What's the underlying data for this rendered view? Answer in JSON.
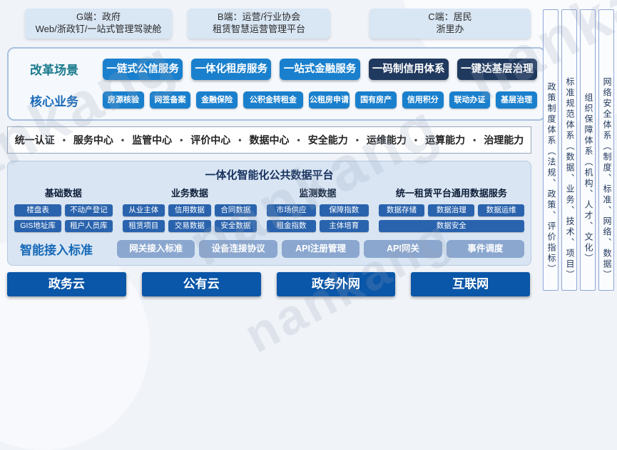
{
  "watermark": {
    "text": "nankang"
  },
  "clients": [
    {
      "line1": "G端：政府",
      "line2": "Web/浙政钉/一站式管理驾驶舱"
    },
    {
      "line1": "B端：运营/行业协会",
      "line2": "租赁智慧运营管理平台"
    },
    {
      "line1": "C端：居民",
      "line2": "浙里办"
    }
  ],
  "reform": {
    "label": "改革场景",
    "items": [
      "一链式公信服务",
      "一体化租房服务",
      "一站式金融服务",
      "一码制信用体系",
      "一键达基层治理"
    ]
  },
  "core": {
    "label": "核心业务",
    "items": [
      "房源核验",
      "网签备案",
      "金融保险",
      "公积金转租金",
      "公租房申请",
      "国有房产",
      "信用积分",
      "联动办证",
      "基层治理"
    ]
  },
  "capabilities": {
    "separator": "•",
    "items": [
      "统一认证",
      "服务中心",
      "监管中心",
      "评价中心",
      "数据中心",
      "安全能力",
      "运维能力",
      "运算能力",
      "治理能力"
    ]
  },
  "platform": {
    "title": "一体化智能化公共数据平台",
    "groups": [
      {
        "header": "基础数据",
        "row1": [
          "楼盘表",
          "不动产登记"
        ],
        "row2": [
          "GIS地址库",
          "租户人员库"
        ]
      },
      {
        "header": "业务数据",
        "row1": [
          "从业主体",
          "信用数据",
          "合同数据"
        ],
        "row2": [
          "租赁项目",
          "交易数据",
          "安全数据"
        ]
      },
      {
        "header": "监测数据",
        "row1": [
          "市场供应",
          "保障指数"
        ],
        "row2": [
          "租金指数",
          "主体培育"
        ]
      },
      {
        "header": "统一租赁平台通用数据服务",
        "row1": [
          "数据存储",
          "数据治理",
          "数据运维"
        ],
        "row2": [
          "数据安全"
        ]
      }
    ],
    "access": {
      "label": "智能接入标准",
      "items": [
        "网关接入标准",
        "设备连接协议",
        "API注册管理",
        "API网关",
        "事件调度"
      ]
    }
  },
  "infrastructure": [
    "政务云",
    "公有云",
    "政务外网",
    "互联网"
  ],
  "pillars": [
    "政策制度体系（法规、政策、评价指标）",
    "标准规范体系（数据、业务、技术、项目）",
    "组织保障体系（机构、人才、文化）",
    "网络安全体系（制度、标准、网络、数据）"
  ],
  "colors": {
    "primary_blue": "#1a80cd",
    "dark_navy": "#20395e",
    "chip_blue": "#2a63ad",
    "steel_blue": "#8ba7cf",
    "infra_blue": "#0a56a8",
    "teal_label": "#1a7a8c",
    "blue_label": "#1769b8",
    "title_navy": "#17315e",
    "panel_bg": "#d9e5f3"
  }
}
